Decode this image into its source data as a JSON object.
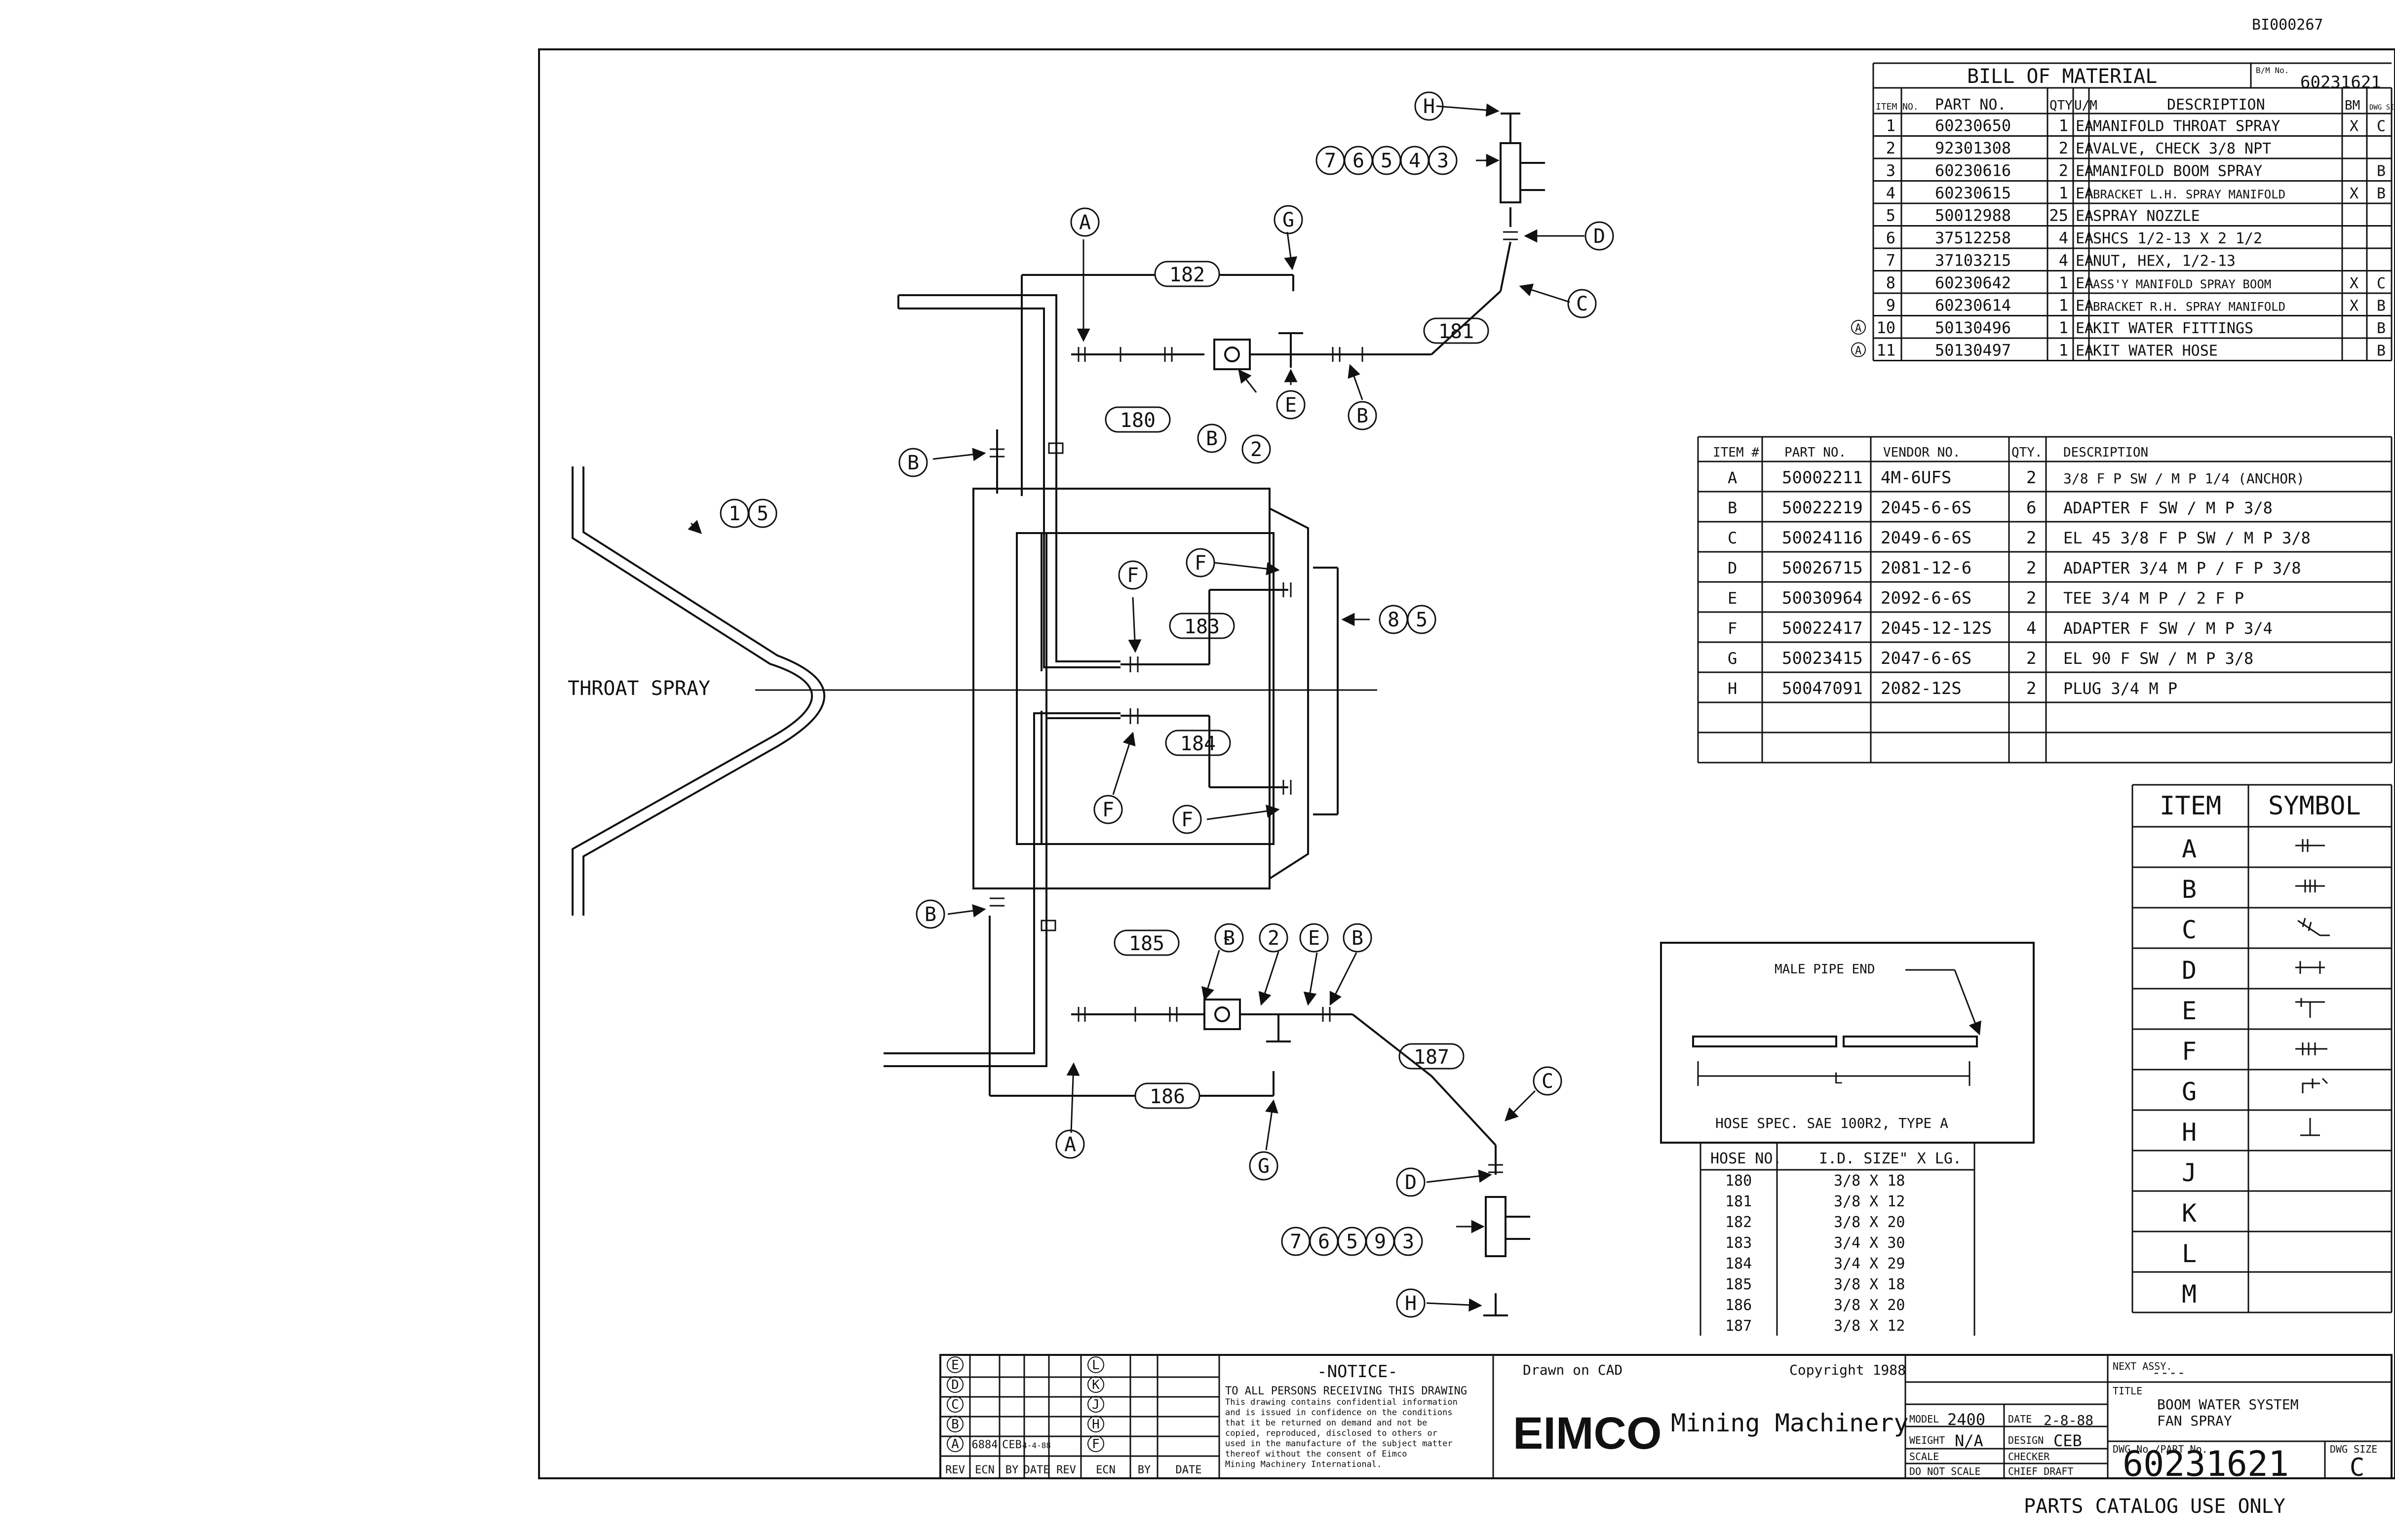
{
  "doc_id": "BI000267",
  "catalog_note": "PARTS CATALOG USE ONLY",
  "throat_label": "THROAT SPRAY",
  "bom": {
    "title": "BILL OF MATERIAL",
    "bm_no_label": "B/M No.",
    "bm_no": "60231621",
    "headers": [
      "ITEM NO.",
      "PART NO.",
      "QTY",
      "U/M",
      "DESCRIPTION",
      "BM",
      "DWG SIZE"
    ],
    "rows": [
      {
        "mark": "",
        "item": "1",
        "part": "60230650",
        "qty": "1",
        "um": "EA",
        "desc": "MANIFOLD THROAT SPRAY",
        "bm": "X",
        "size": "C"
      },
      {
        "mark": "",
        "item": "2",
        "part": "92301308",
        "qty": "2",
        "um": "EA",
        "desc": "VALVE, CHECK 3/8 NPT",
        "bm": "",
        "size": ""
      },
      {
        "mark": "",
        "item": "3",
        "part": "60230616",
        "qty": "2",
        "um": "EA",
        "desc": "MANIFOLD BOOM SPRAY",
        "bm": "",
        "size": "B"
      },
      {
        "mark": "",
        "item": "4",
        "part": "60230615",
        "qty": "1",
        "um": "EA",
        "desc": "BRACKET L.H. SPRAY MANIFOLD",
        "bm": "X",
        "size": "B"
      },
      {
        "mark": "",
        "item": "5",
        "part": "50012988",
        "qty": "25",
        "um": "EA",
        "desc": "SPRAY NOZZLE",
        "bm": "",
        "size": ""
      },
      {
        "mark": "",
        "item": "6",
        "part": "37512258",
        "qty": "4",
        "um": "EA",
        "desc": "SHCS 1/2-13 X 2 1/2",
        "bm": "",
        "size": ""
      },
      {
        "mark": "",
        "item": "7",
        "part": "37103215",
        "qty": "4",
        "um": "EA",
        "desc": "NUT, HEX, 1/2-13",
        "bm": "",
        "size": ""
      },
      {
        "mark": "",
        "item": "8",
        "part": "60230642",
        "qty": "1",
        "um": "EA",
        "desc": "ASS'Y MANIFOLD SPRAY BOOM",
        "bm": "X",
        "size": "C"
      },
      {
        "mark": "",
        "item": "9",
        "part": "60230614",
        "qty": "1",
        "um": "EA",
        "desc": "BRACKET R.H. SPRAY MANIFOLD",
        "bm": "X",
        "size": "B"
      },
      {
        "mark": "A",
        "item": "10",
        "part": "50130496",
        "qty": "1",
        "um": "EA",
        "desc": "KIT WATER FITTINGS",
        "bm": "",
        "size": "B"
      },
      {
        "mark": "A",
        "item": "11",
        "part": "50130497",
        "qty": "1",
        "um": "EA",
        "desc": "KIT WATER HOSE",
        "bm": "",
        "size": "B"
      }
    ]
  },
  "fittings": {
    "headers": [
      "ITEM #",
      "PART NO.",
      "VENDOR NO.",
      "QTY.",
      "DESCRIPTION"
    ],
    "rows": [
      {
        "item": "A",
        "part": "50002211",
        "vendor": "4M-6UFS",
        "qty": "2",
        "desc": "3/8 F P SW / M P 1/4 (ANCHOR)"
      },
      {
        "item": "B",
        "part": "50022219",
        "vendor": "2045-6-6S",
        "qty": "6",
        "desc": "ADAPTER F SW / M P 3/8"
      },
      {
        "item": "C",
        "part": "50024116",
        "vendor": "2049-6-6S",
        "qty": "2",
        "desc": "EL 45 3/8 F P SW / M P 3/8"
      },
      {
        "item": "D",
        "part": "50026715",
        "vendor": "2081-12-6",
        "qty": "2",
        "desc": "ADAPTER 3/4 M P / F P 3/8"
      },
      {
        "item": "E",
        "part": "50030964",
        "vendor": "2092-6-6S",
        "qty": "2",
        "desc": "TEE 3/4 M P / 2 F P"
      },
      {
        "item": "F",
        "part": "50022417",
        "vendor": "2045-12-12S",
        "qty": "4",
        "desc": "ADAPTER F SW / M P 3/4"
      },
      {
        "item": "G",
        "part": "50023415",
        "vendor": "2047-6-6S",
        "qty": "2",
        "desc": "EL 90 F SW / M P 3/8"
      },
      {
        "item": "H",
        "part": "50047091",
        "vendor": "2082-12S",
        "qty": "2",
        "desc": "PLUG 3/4 M P"
      }
    ]
  },
  "symbols": {
    "headers": [
      "ITEM",
      "SYMBOL"
    ],
    "items": [
      "A",
      "B",
      "C",
      "D",
      "E",
      "F",
      "G",
      "H",
      "J",
      "K",
      "L",
      "M"
    ]
  },
  "hose_spec": {
    "male_end_label": "MALE PIPE END",
    "length_label": "L",
    "spec": "HOSE SPEC. SAE 100R2, TYPE A",
    "headers": [
      "HOSE NO.",
      "I.D. SIZE\" X LG."
    ],
    "rows": [
      {
        "no": "180",
        "size": "3/8 X 18"
      },
      {
        "no": "181",
        "size": "3/8 X 12"
      },
      {
        "no": "182",
        "size": "3/8 X 20"
      },
      {
        "no": "183",
        "size": "3/4 X 30"
      },
      {
        "no": "184",
        "size": "3/4 X 29"
      },
      {
        "no": "185",
        "size": "3/8 X 18"
      },
      {
        "no": "186",
        "size": "3/8 X 20"
      },
      {
        "no": "187",
        "size": "3/8 X 12"
      }
    ]
  },
  "diagram_labels": {
    "bubbles_top": [
      "7",
      "6",
      "5",
      "4",
      "3"
    ],
    "bubbles_bottom": [
      "7",
      "6",
      "5",
      "9",
      "3"
    ],
    "hoses": [
      "180",
      "181",
      "182",
      "183",
      "184",
      "185",
      "186",
      "187"
    ],
    "throat_bubbles": [
      "1",
      "5"
    ],
    "boom_bubbles": [
      "8",
      "5"
    ]
  },
  "revisions": {
    "letters_left": [
      "E",
      "D",
      "C",
      "B",
      "A"
    ],
    "letters_right": [
      "L",
      "K",
      "J",
      "H",
      "F"
    ],
    "row_a": {
      "ecn": "6884",
      "by": "CEB",
      "date": "4-4-88"
    },
    "footer": [
      "REV",
      "ECN",
      "BY",
      "DATE",
      "REV",
      "ECN",
      "BY",
      "DATE"
    ]
  },
  "notice": {
    "title": "-NOTICE-",
    "lines": [
      "TO ALL PERSONS RECEIVING THIS DRAWING",
      "This drawing contains confidential information",
      "and is issued in confidence on the conditions",
      "that it be returned on demand and not be",
      "copied, reproduced, disclosed to others or",
      "used in the manufacture of the subject matter",
      "thereof without the consent of Eimco",
      "Mining Machinery International."
    ]
  },
  "title_block": {
    "drawn": "Drawn on CAD",
    "copyright": "Copyright 1988",
    "company": "EIMCO",
    "company_sub": "Mining Machinery",
    "model_label": "MODEL",
    "model": "2400",
    "date_label": "DATE",
    "date": "2-8-88",
    "weight_label": "WEIGHT",
    "weight": "N/A",
    "design_label": "DESIGN",
    "design": "CEB",
    "scale_label": "SCALE",
    "check_label": "CHECKER",
    "dont_scale": "DO NOT SCALE",
    "chief_label": "CHIEF DRAFT",
    "next_assy_label": "NEXT ASSY.",
    "next_assy": "----",
    "title_label": "TITLE",
    "title_line1": "BOOM WATER SYSTEM",
    "title_line2": "FAN SPRAY",
    "dwg_label": "DWG No./PART No.",
    "dwg_no": "60231621",
    "size_label": "DWG SIZE",
    "size": "C"
  }
}
